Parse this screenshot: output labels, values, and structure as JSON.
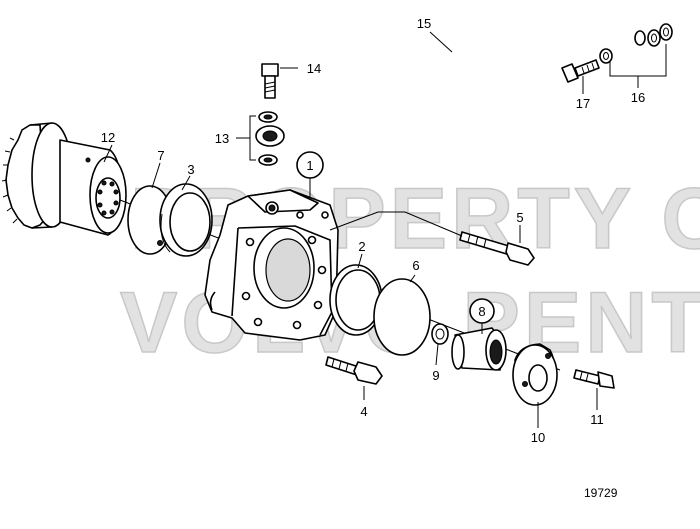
{
  "watermark": {
    "line1": "PROPERTY OF",
    "line2": "VOLVO PENTA"
  },
  "figure_number": "19729",
  "callouts": {
    "c1": "1",
    "c2": "2",
    "c3": "3",
    "c4": "4",
    "c5": "5",
    "c6": "6",
    "c7": "7",
    "c8": "8",
    "c9": "9",
    "c10": "10",
    "c11": "11",
    "c12": "12",
    "c13": "13",
    "c14": "14",
    "c15": "15",
    "c16": "16",
    "c17": "17"
  }
}
